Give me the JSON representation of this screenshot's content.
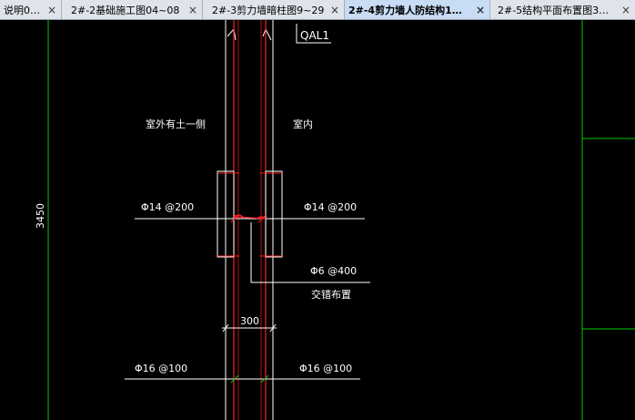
{
  "tabs": [
    {
      "label": "说明0…",
      "active": false
    },
    {
      "label": "2#-2基础施工图04~08",
      "active": false
    },
    {
      "label": "2#-3剪力墙暗柱图9~29",
      "active": false
    },
    {
      "label": "2#-4剪力墙人防结构1…",
      "active": true
    },
    {
      "label": "2#-5结构平面布置图3…",
      "active": false
    }
  ],
  "close_glyph": "×",
  "drawing": {
    "section_tag": "QAL1",
    "outdoor_label": "室外有土一侧",
    "indoor_label": "室内",
    "rebar_left_top": "Φ14 @200",
    "rebar_right_top": "Φ14 @200",
    "tie_rebar": "Φ6 @400",
    "tie_note": "交错布置",
    "wall_thickness": "300",
    "rebar_left_bottom": "Φ16 @100",
    "rebar_right_bottom": "Φ16 @100",
    "height_dim": "3450"
  },
  "colors": {
    "background": "#000000",
    "line_white": "#ffffff",
    "line_red": "#ff2020",
    "line_green": "#00c800",
    "tab_bar": "#dfe3ea",
    "tab_active": "#c9dcf6"
  }
}
